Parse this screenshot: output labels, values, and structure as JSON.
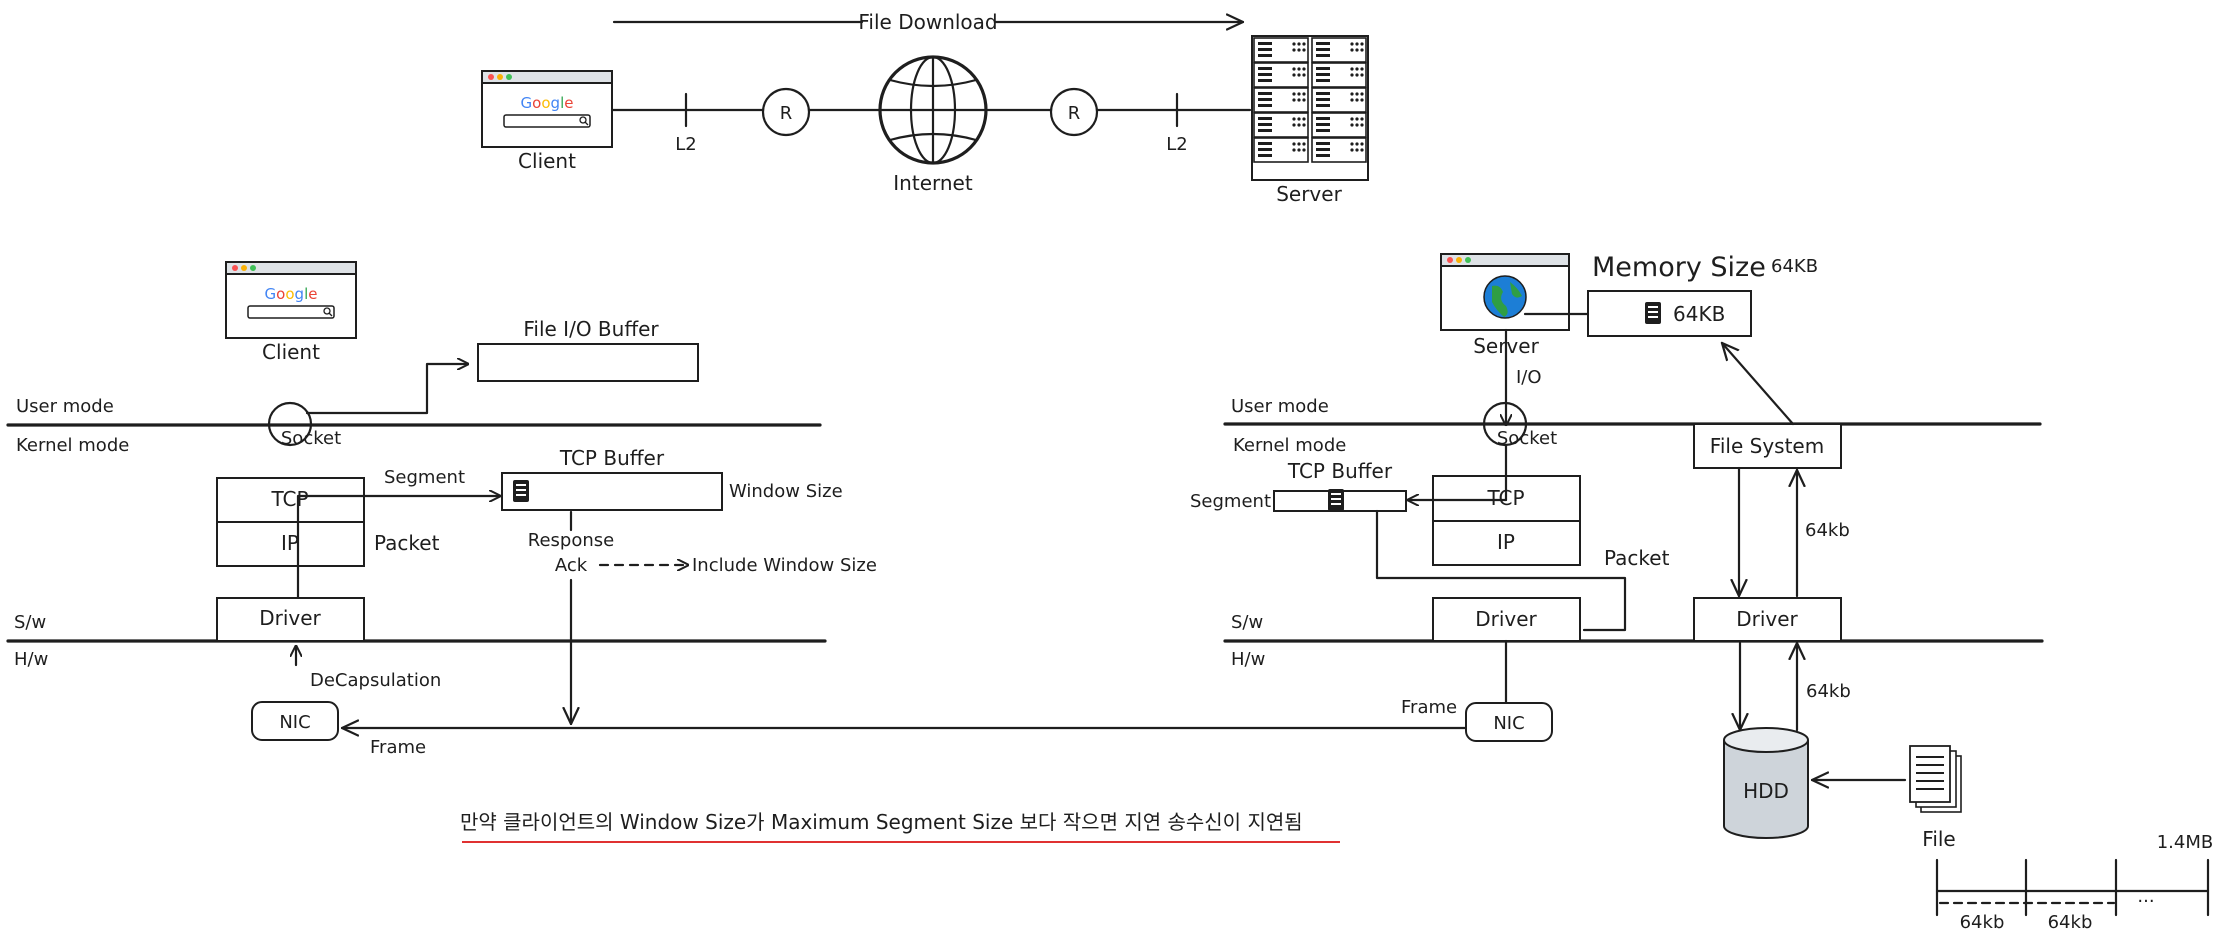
{
  "top": {
    "file_download": "File Download",
    "client": "Client",
    "l2_left": "L2",
    "router_left": "R",
    "internet": "Internet",
    "router_right": "R",
    "l2_right": "L2",
    "server": "Server",
    "google": [
      "G",
      "o",
      "o",
      "g",
      "l",
      "e"
    ]
  },
  "client_side": {
    "client": "Client",
    "file_io_buffer": "File I/O Buffer",
    "user_mode": "User mode",
    "kernel_mode": "Kernel mode",
    "socket": "Socket",
    "segment": "Segment",
    "tcp_buffer": "TCP Buffer",
    "window_size": "Window Size",
    "tcp": "TCP",
    "ip": "IP",
    "packet": "Packet",
    "response": "Response",
    "ack": "Ack",
    "include_window_size": "Include Window Size",
    "sw": "S/w",
    "hw": "H/w",
    "driver": "Driver",
    "decapsulation": "DeCapsulation",
    "nic": "NIC",
    "frame": "Frame"
  },
  "server_side": {
    "memory_size": "Memory Size",
    "memory_size_value": "64KB",
    "memory_box": "64KB",
    "server": "Server",
    "io": "I/O",
    "user_mode": "User mode",
    "kernel_mode": "Kernel mode",
    "socket": "Socket",
    "file_system": "File System",
    "tcp_buffer": "TCP Buffer",
    "segment": "Segment",
    "tcp": "TCP",
    "ip": "IP",
    "packet": "Packet",
    "sw": "S/w",
    "hw": "H/w",
    "driver_left": "Driver",
    "driver_right": "Driver",
    "frame": "Frame",
    "nic": "NIC",
    "size_up_1": "64kb",
    "size_up_2": "64kb",
    "hdd": "HDD",
    "file": "File",
    "file_size": "1.4MB",
    "chunk_1": "64kb",
    "chunk_2": "64kb",
    "chunk_more": "..."
  },
  "note": "만약 클라이언트의 Window Size가 Maximum Segment Size 보다 작으면 지연 송수신이 지연됨",
  "colors": {
    "ink": "#1e1e1e",
    "underline": "#e03131",
    "hdd_fill": "#ced4da",
    "globe_blue": "#1c7ed6",
    "globe_green": "#2f9e44"
  }
}
